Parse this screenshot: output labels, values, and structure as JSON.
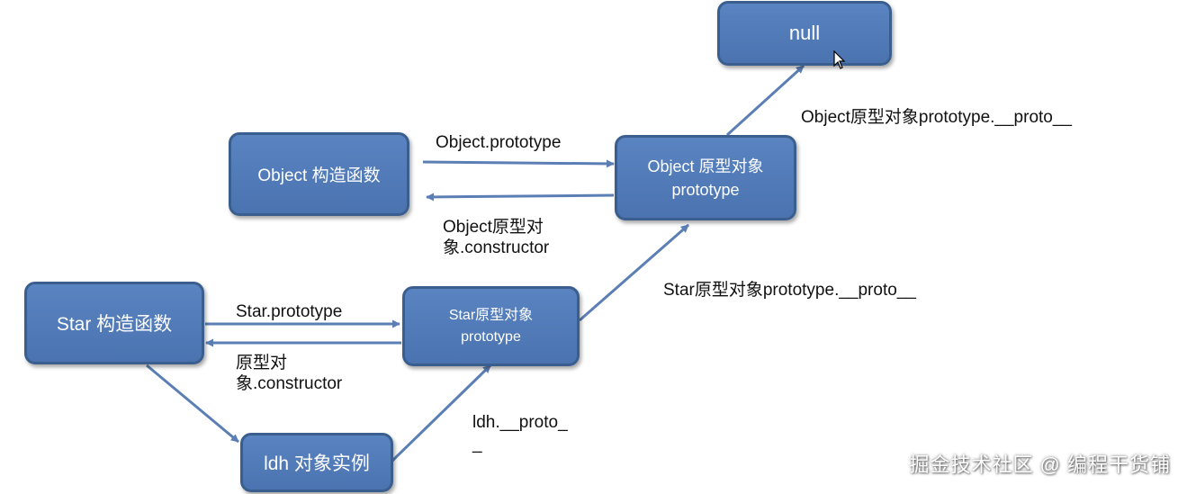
{
  "nodes": {
    "null_box": {
      "label": "null"
    },
    "object_constructor": {
      "label": "Object 构造函数"
    },
    "object_prototype": {
      "line1": "Object 原型对象",
      "line2": "prototype"
    },
    "star_constructor": {
      "label": "Star 构造函数"
    },
    "star_prototype": {
      "line1": "Star原型对象",
      "line2": "prototype"
    },
    "ldh_instance": {
      "label": "ldh 对象实例"
    }
  },
  "edge_labels": {
    "object_proto_to_null": "Object原型对象prototype.__proto__",
    "object_prototype": "Object.prototype",
    "object_constructor_line1": "Object原型对",
    "object_constructor_line2": "象.constructor",
    "star_proto_to_object": "Star原型对象prototype.__proto__",
    "star_prototype": "Star.prototype",
    "star_constructor_line1": "原型对",
    "star_constructor_line2": "象.constructor",
    "ldh_proto_line1": "ldh.__proto_",
    "ldh_proto_line2": "_"
  },
  "watermark": "掘金技术社区 @ 编程干货铺",
  "colors": {
    "node_fill": "#4f7bbb",
    "node_border": "#3a5f8f",
    "arrow": "#5b7fb5"
  }
}
